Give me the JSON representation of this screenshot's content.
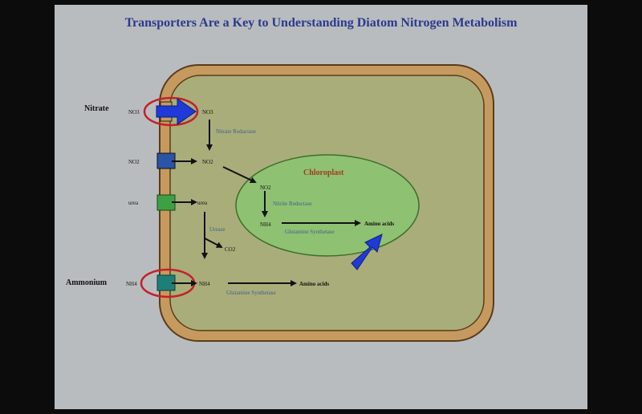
{
  "slide": {
    "title": "Transporters Are a Key to Understanding Diatom Nitrogen Metabolism"
  },
  "labels": {
    "nitrate": "Nitrate",
    "ammonium": "Ammonium",
    "no3_outside": "NO3",
    "no3_inside": "NO3",
    "nitrate_reductase": "Nitrate Reductase",
    "no2_outside": "NO2",
    "no2_inside": "NO2",
    "urea_outside": "urea",
    "urea_inside": "urea",
    "urease": "Urease",
    "co2": "CO2",
    "nh4_outside": "NH4",
    "nh4_inside": "NH4",
    "glutamine_synthetase_cytosol": "Glutamine Synthetase",
    "amino_acids_cytosol": "Amino acids",
    "chloroplast": "Chloroplast",
    "no2_chloroplast": "NO2",
    "nitrite_reductase": "Nitrite Reductase",
    "nh4_chloroplast": "NH4",
    "glutamine_synthetase_chloroplast": "Glutamine Synthetase",
    "amino_acids_chloroplast": "Amino acids"
  },
  "colors": {
    "slide_bg": "#b9bcbf",
    "title": "#2a3a8c",
    "membrane": "#c69a5e",
    "cytoplasm": "#a9ad7a",
    "chloroplast": "#8fc172",
    "highlight_ring": "#c4202a",
    "big_arrow": "#1f3ad6",
    "transporter_no2": "#2a54a6",
    "transporter_urea": "#3ea045",
    "transporter_nh4": "#1e7f78",
    "enzyme_text": "#3f5e8c"
  }
}
